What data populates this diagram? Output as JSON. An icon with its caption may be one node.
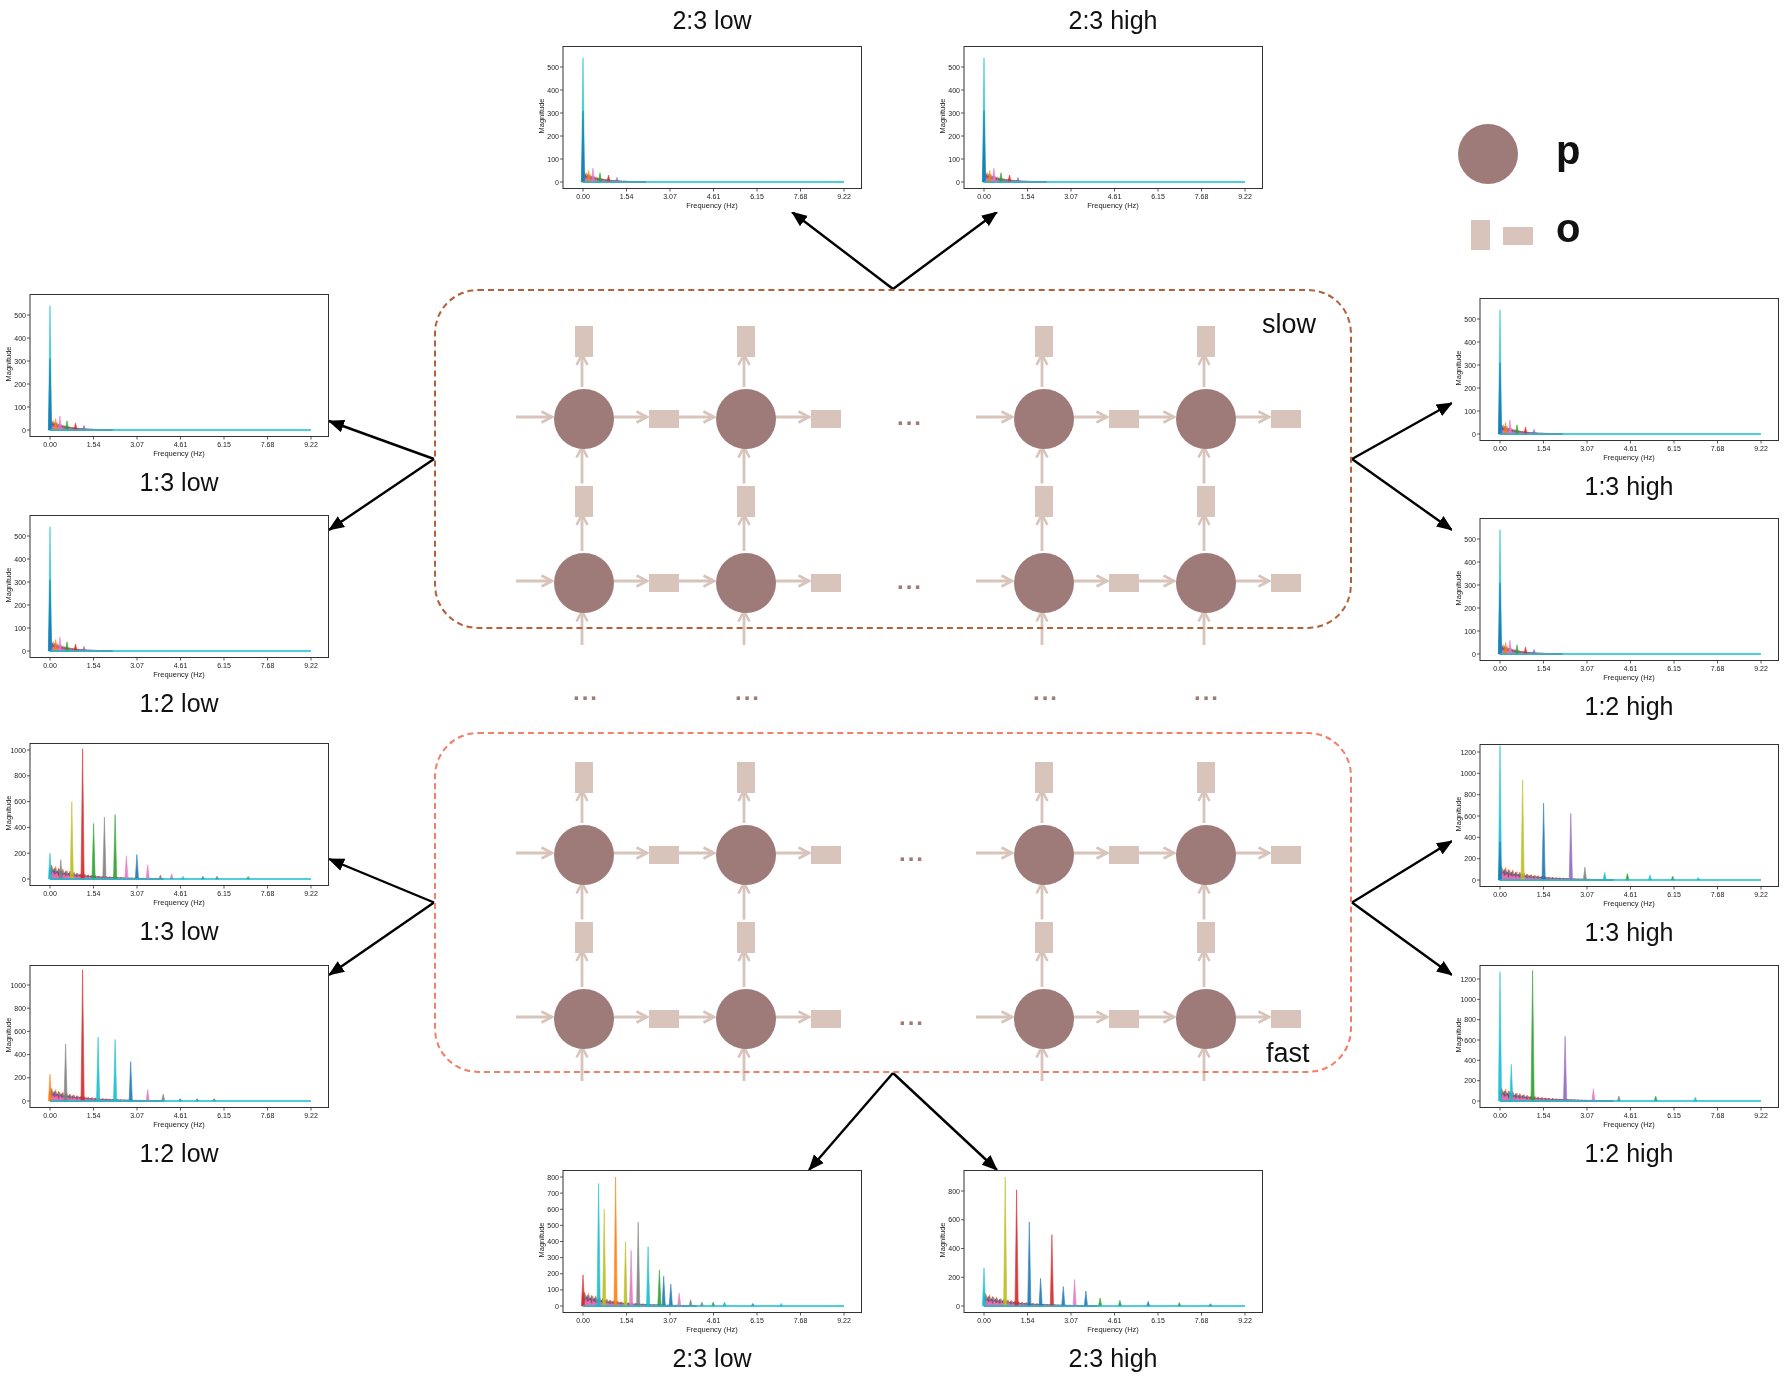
{
  "diagram": {
    "nodes": [
      {
        "text": [
          "0",
          "100",
          "200",
          "300",
          "400",
          "500",
          "0.00",
          "1.54",
          "3.07",
          "4.61",
          "6.15",
          "7.68",
          "9.22",
          "Magnitude",
          "Frequency (Hz)"
        ],
        "beside": [
          "2:3 low"
        ]
      },
      {
        "text": [
          "0",
          "100",
          "200",
          "300",
          "400",
          "500",
          "0.00",
          "1.54",
          "3.07",
          "4.61",
          "6.15",
          "7.68",
          "9.22",
          "Magnitude",
          "Frequency (Hz)"
        ],
        "beside": [
          "2:3 high"
        ]
      },
      {
        "text": [
          "slow"
        ]
      },
      {
        "text": [],
        "shape": "box",
        "in": 2
      },
      {
        "text": [],
        "shape": "box",
        "in": 2
      },
      {
        "text": [],
        "shape": "box",
        "in": 2
      },
      {
        "text": [],
        "shape": "box",
        "in": 2
      },
      {
        "text": [],
        "shape": "circle",
        "in": 2
      },
      {
        "text": [],
        "shape": "box",
        "in": 2
      },
      {
        "text": [],
        "shape": "circle",
        "in": 2
      },
      {
        "text": [],
        "shape": "box",
        "in": 2
      },
      {
        "text": [],
        "shape": "circle",
        "in": 2
      },
      {
        "text": [],
        "shape": "box",
        "in": 2
      },
      {
        "text": [],
        "shape": "circle",
        "in": 2
      },
      {
        "text": [],
        "shape": "box",
        "in": 2
      },
      {
        "text": [],
        "shape": "box",
        "in": 2
      },
      {
        "text": [],
        "shape": "box",
        "in": 2
      },
      {
        "text": [],
        "shape": "box",
        "in": 2
      },
      {
        "text": [],
        "shape": "box",
        "in": 2
      },
      {
        "text": [],
        "shape": "circle",
        "in": 2
      },
      {
        "text": [],
        "shape": "box",
        "in": 2
      },
      {
        "text": [],
        "shape": "circle",
        "in": 2
      },
      {
        "text": [],
        "shape": "box",
        "in": 2
      },
      {
        "text": [],
        "shape": "circle",
        "in": 2
      },
      {
        "text": [],
        "shape": "box",
        "in": 2
      },
      {
        "text": [],
        "shape": "circle",
        "in": 2
      },
      {
        "text": [],
        "shape": "box",
        "in": 2
      },
      {
        "text": [
          "0",
          "100",
          "200",
          "300",
          "400",
          "500",
          "0.00",
          "1.54",
          "3.07",
          "4.61",
          "6.15",
          "7.68",
          "9.22",
          "Magnitude",
          "Frequency (Hz)"
        ],
        "beside": [
          "1:3 low"
        ]
      },
      {
        "text": [
          "0",
          "100",
          "200",
          "300",
          "400",
          "500",
          "0.00",
          "1.54",
          "3.07",
          "4.61",
          "6.15",
          "7.68",
          "9.22",
          "Magnitude",
          "Frequency (Hz)"
        ],
        "beside": [
          "1:2 low"
        ]
      },
      {
        "text": [
          "0",
          "100",
          "200",
          "300",
          "400",
          "500",
          "0.00",
          "1.54",
          "3.07",
          "4.61",
          "6.15",
          "7.68",
          "9.22",
          "Magnitude",
          "Frequency (Hz)"
        ],
        "beside": [
          "1:3 high"
        ]
      },
      {
        "text": [
          "0",
          "100",
          "200",
          "300",
          "400",
          "500",
          "0.00",
          "1.54",
          "3.07",
          "4.61",
          "6.15",
          "7.68",
          "9.22",
          "Magnitude",
          "Frequency (Hz)"
        ],
        "beside": [
          "1:2 high"
        ]
      },
      {
        "text": [
          "fast"
        ]
      },
      {
        "text": [],
        "shape": "box",
        "in": 31
      },
      {
        "text": [],
        "shape": "box",
        "in": 31
      },
      {
        "text": [],
        "shape": "box",
        "in": 31
      },
      {
        "text": [],
        "shape": "box",
        "in": 31
      },
      {
        "text": [],
        "shape": "circle",
        "in": 31
      },
      {
        "text": [],
        "shape": "box",
        "in": 31
      },
      {
        "text": [],
        "shape": "circle",
        "in": 31
      },
      {
        "text": [],
        "shape": "box",
        "in": 31
      },
      {
        "text": [],
        "shape": "circle",
        "in": 31
      },
      {
        "text": [],
        "shape": "box",
        "in": 31
      },
      {
        "text": [],
        "shape": "circle",
        "in": 31
      },
      {
        "text": [],
        "shape": "box",
        "in": 31
      },
      {
        "text": [],
        "shape": "box",
        "in": 31
      },
      {
        "text": [],
        "shape": "box",
        "in": 31
      },
      {
        "text": [],
        "shape": "box",
        "in": 31
      },
      {
        "text": [],
        "shape": "box",
        "in": 31
      },
      {
        "text": [],
        "shape": "circle",
        "in": 31
      },
      {
        "text": [],
        "shape": "box",
        "in": 31
      },
      {
        "text": [],
        "shape": "circle",
        "in": 31
      },
      {
        "text": [],
        "shape": "box",
        "in": 31
      },
      {
        "text": [],
        "shape": "circle",
        "in": 31
      },
      {
        "text": [],
        "shape": "box",
        "in": 31
      },
      {
        "text": [],
        "shape": "circle",
        "in": 31
      },
      {
        "text": [],
        "shape": "box",
        "in": 31
      },
      {
        "text": [
          "0",
          "200",
          "400",
          "600",
          "800",
          "1000",
          "0.00",
          "1.54",
          "3.07",
          "4.61",
          "6.15",
          "7.68",
          "9.22",
          "Magnitude",
          "Frequency (Hz)"
        ],
        "beside": [
          "1:3 low"
        ]
      },
      {
        "text": [
          "0",
          "200",
          "400",
          "600",
          "800",
          "1000",
          "0.00",
          "1.54",
          "3.07",
          "4.61",
          "6.15",
          "7.68",
          "9.22",
          "Magnitude",
          "Frequency (Hz)"
        ],
        "beside": [
          "1:2 low"
        ]
      },
      {
        "text": [
          "0",
          "200",
          "400",
          "600",
          "800",
          "1000",
          "1200",
          "0.00",
          "1.54",
          "3.07",
          "4.61",
          "6.15",
          "7.68",
          "9.22",
          "Magnitude",
          "Frequency (Hz)"
        ],
        "beside": [
          "1:3 high"
        ]
      },
      {
        "text": [
          "0",
          "200",
          "400",
          "600",
          "800",
          "1000",
          "1200",
          "0.00",
          "1.54",
          "3.07",
          "4.61",
          "6.15",
          "7.68",
          "9.22",
          "Magnitude",
          "Frequency (Hz)"
        ],
        "beside": [
          "1:2 high"
        ]
      },
      {
        "text": [
          "0",
          "100",
          "200",
          "300",
          "400",
          "500",
          "600",
          "700",
          "800",
          "0.00",
          "1.54",
          "3.07",
          "4.61",
          "6.15",
          "7.68",
          "9.22",
          "Magnitude",
          "Frequency (Hz)"
        ],
        "beside": [
          "2:3 low"
        ]
      },
      {
        "text": [
          "0",
          "200",
          "400",
          "600",
          "800",
          "0.00",
          "1.54",
          "3.07",
          "4.61",
          "6.15",
          "7.68",
          "9.22",
          "Magnitude",
          "Frequency (Hz)"
        ],
        "beside": [
          "2:3 high"
        ]
      }
    ],
    "edges": [
      {
        "from": null,
        "to": 7,
        "arrow": "to"
      },
      {
        "from": 7,
        "to": 8,
        "arrow": "to"
      },
      {
        "from": 8,
        "to": 9,
        "arrow": "to"
      },
      {
        "from": 9,
        "to": 10,
        "arrow": "to"
      },
      {
        "from": null,
        "to": 11,
        "arrow": "to"
      },
      {
        "from": 11,
        "to": 12,
        "arrow": "to"
      },
      {
        "from": 12,
        "to": 13,
        "arrow": "to"
      },
      {
        "from": 13,
        "to": 14,
        "arrow": "to"
      },
      {
        "from": null,
        "to": 19,
        "arrow": "to"
      },
      {
        "from": 19,
        "to": 20,
        "arrow": "to"
      },
      {
        "from": 20,
        "to": 21,
        "arrow": "to"
      },
      {
        "from": 21,
        "to": 22,
        "arrow": "to"
      },
      {
        "from": null,
        "to": 23,
        "arrow": "to"
      },
      {
        "from": 23,
        "to": 24,
        "arrow": "to"
      },
      {
        "from": 24,
        "to": 25,
        "arrow": "to"
      },
      {
        "from": 25,
        "to": 26,
        "arrow": "to"
      },
      {
        "from": null,
        "to": 19,
        "arrow": "to"
      },
      {
        "from": 19,
        "to": 15,
        "arrow": "to"
      },
      {
        "from": 15,
        "to": 7,
        "arrow": "to"
      },
      {
        "from": 7,
        "to": 3,
        "arrow": "to"
      },
      {
        "from": null,
        "to": 21,
        "arrow": "to"
      },
      {
        "from": 21,
        "to": 16,
        "arrow": "to"
      },
      {
        "from": 16,
        "to": 9,
        "arrow": "to"
      },
      {
        "from": 9,
        "to": 4,
        "arrow": "to"
      },
      {
        "from": null,
        "to": 23,
        "arrow": "to"
      },
      {
        "from": 23,
        "to": 17,
        "arrow": "to"
      },
      {
        "from": 17,
        "to": 11,
        "arrow": "to"
      },
      {
        "from": 11,
        "to": 5,
        "arrow": "to"
      },
      {
        "from": null,
        "to": 25,
        "arrow": "to"
      },
      {
        "from": 25,
        "to": 18,
        "arrow": "to"
      },
      {
        "from": 18,
        "to": 13,
        "arrow": "to"
      },
      {
        "from": 13,
        "to": 6,
        "arrow": "to"
      },
      {
        "from": null,
        "to": 36,
        "arrow": "to"
      },
      {
        "from": 36,
        "to": 37,
        "arrow": "to"
      },
      {
        "from": 37,
        "to": 38,
        "arrow": "to"
      },
      {
        "from": 38,
        "to": 39,
        "arrow": "to"
      },
      {
        "from": null,
        "to": 40,
        "arrow": "to"
      },
      {
        "from": 40,
        "to": 41,
        "arrow": "to"
      },
      {
        "from": 41,
        "to": 42,
        "arrow": "to"
      },
      {
        "from": 42,
        "to": 43,
        "arrow": "to"
      },
      {
        "from": null,
        "to": 48,
        "arrow": "to"
      },
      {
        "from": 48,
        "to": 49,
        "arrow": "to"
      },
      {
        "from": 49,
        "to": 50,
        "arrow": "to"
      },
      {
        "from": 50,
        "to": 51,
        "arrow": "to"
      },
      {
        "from": null,
        "to": 52,
        "arrow": "to"
      },
      {
        "from": 52,
        "to": 53,
        "arrow": "to"
      },
      {
        "from": 53,
        "to": 54,
        "arrow": "to"
      },
      {
        "from": 54,
        "to": 55,
        "arrow": "to"
      },
      {
        "from": null,
        "to": 48,
        "arrow": "to"
      },
      {
        "from": 48,
        "to": 44,
        "arrow": "to"
      },
      {
        "from": 44,
        "to": 36,
        "arrow": "to"
      },
      {
        "from": 36,
        "to": 32,
        "arrow": "to"
      },
      {
        "from": null,
        "to": 50,
        "arrow": "to"
      },
      {
        "from": 50,
        "to": 45,
        "arrow": "to"
      },
      {
        "from": 45,
        "to": 38,
        "arrow": "to"
      },
      {
        "from": 38,
        "to": 33,
        "arrow": "to"
      },
      {
        "from": null,
        "to": 52,
        "arrow": "to"
      },
      {
        "from": 52,
        "to": 46,
        "arrow": "to"
      },
      {
        "from": 46,
        "to": 40,
        "arrow": "to"
      },
      {
        "from": 40,
        "to": 34,
        "arrow": "to"
      },
      {
        "from": null,
        "to": 54,
        "arrow": "to"
      },
      {
        "from": 54,
        "to": 47,
        "arrow": "to"
      },
      {
        "from": 47,
        "to": 42,
        "arrow": "to"
      },
      {
        "from": 42,
        "to": 35,
        "arrow": "to"
      },
      {
        "from": 2,
        "to": 0,
        "arrow": "to",
        "color": "#000000"
      },
      {
        "from": 2,
        "to": 1,
        "arrow": "to",
        "color": "#000000"
      },
      {
        "from": 2,
        "to": 27,
        "arrow": "to",
        "color": "#000000"
      },
      {
        "from": 2,
        "to": 28,
        "arrow": "to",
        "color": "#000000"
      },
      {
        "from": 2,
        "to": 29,
        "arrow": "to",
        "color": "#000000"
      },
      {
        "from": 2,
        "to": 30,
        "arrow": "to",
        "color": "#000000"
      },
      {
        "from": 31,
        "to": 56,
        "arrow": "to",
        "color": "#000000"
      },
      {
        "from": 31,
        "to": 57,
        "arrow": "to",
        "color": "#000000"
      },
      {
        "from": 31,
        "to": 58,
        "arrow": "to",
        "color": "#000000"
      },
      {
        "from": 31,
        "to": 59,
        "arrow": "to",
        "color": "#000000"
      },
      {
        "from": 31,
        "to": 60,
        "arrow": "to",
        "color": "#000000"
      },
      {
        "from": 31,
        "to": 61,
        "arrow": "to",
        "color": "#000000"
      }
    ],
    "labels": [
      "...",
      "...",
      "...",
      "...",
      "...",
      "...",
      "...",
      "..."
    ],
    "legend": [
      {
        "text": "p",
        "color": "#9e7b78"
      },
      {
        "text": "o",
        "color": "#d8c4bb"
      }
    ]
  }
}
